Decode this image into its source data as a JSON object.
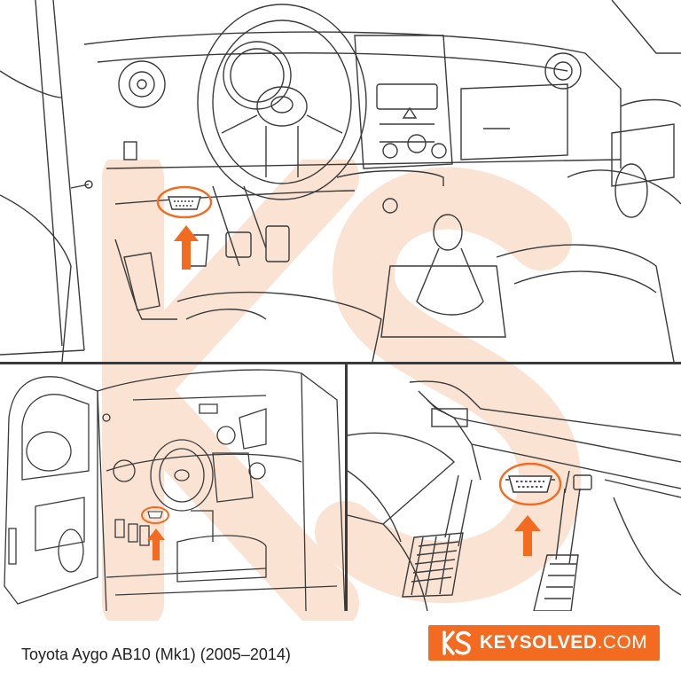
{
  "caption": "Toyota Aygo AB10 (Mk1) (2005–2014)",
  "brand": {
    "name": "KEYSOLVED",
    "suffix": ".COM",
    "color": "#f26b21"
  },
  "colors": {
    "accent": "#f26b21",
    "watermark": "#fbe3d3",
    "line": "#3a3a3a"
  },
  "icons": [
    "arrow-up-icon",
    "obd-port-icon",
    "keysolved-logo-icon"
  ]
}
